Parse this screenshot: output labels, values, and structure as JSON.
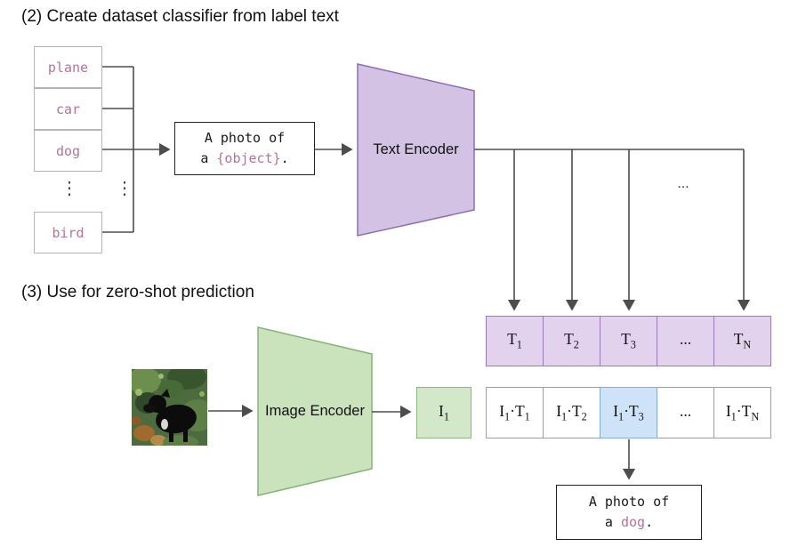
{
  "colors": {
    "mauve_text": "#b5729c",
    "text_encoder_fill": "#d4c2e5",
    "text_encoder_border": "#8f6db3",
    "t_row_fill": "#e2d2ee",
    "t_row_border": "#9a7cba",
    "image_encoder_fill": "#cbe3bd",
    "image_encoder_border": "#84b578",
    "i1_fill": "#d2e8c8",
    "highlight_cell_fill": "#cfe3f8",
    "highlight_cell_border": "#85aede",
    "line_color": "#4d4d4d"
  },
  "panel2": {
    "title": "(2) Create dataset classifier from label text",
    "labels": [
      "plane",
      "car",
      "dog",
      "bird"
    ],
    "ellipsis": "⋮",
    "prompt": {
      "line1": "A photo of",
      "line2_pre": "a ",
      "object": "{object}",
      "line2_post": "."
    },
    "text_encoder_label": "Text Encoder",
    "dots": "...",
    "t_row": [
      {
        "base": "T",
        "sub": "1"
      },
      {
        "base": "T",
        "sub": "2"
      },
      {
        "base": "T",
        "sub": "3"
      },
      {
        "base": "...",
        "sub": ""
      },
      {
        "base": "T",
        "sub": "N"
      }
    ]
  },
  "panel3": {
    "title": "(3) Use for zero-shot prediction",
    "image_encoder_label": "Image Encoder",
    "i_label": {
      "base": "I",
      "sub": "1"
    },
    "product_row": [
      {
        "a": "I",
        "asub": "1",
        "dot": "·",
        "b": "T",
        "bsub": "1"
      },
      {
        "a": "I",
        "asub": "1",
        "dot": "·",
        "b": "T",
        "bsub": "2"
      },
      {
        "a": "I",
        "asub": "1",
        "dot": "·",
        "b": "T",
        "bsub": "3"
      },
      {
        "a": "...",
        "asub": "",
        "dot": "",
        "b": "",
        "bsub": ""
      },
      {
        "a": "I",
        "asub": "1",
        "dot": "·",
        "b": "T",
        "bsub": "N"
      }
    ],
    "result": {
      "line1": "A photo of",
      "line2_pre": "a ",
      "object": "dog",
      "line2_post": "."
    }
  }
}
